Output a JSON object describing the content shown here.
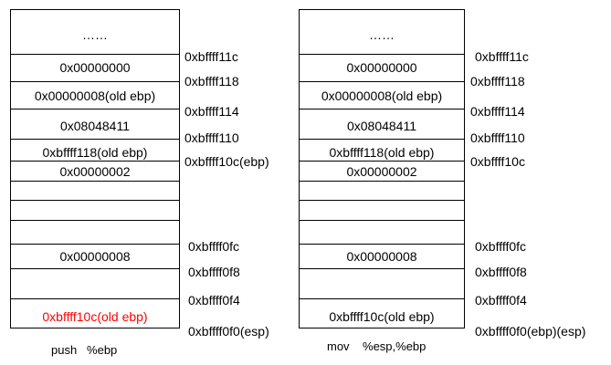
{
  "left": {
    "cells": [
      "……",
      "0x00000000",
      "0x00000008(old ebp)",
      "0x08048411",
      "0xbffff118(old ebp)",
      "0x00000002",
      "",
      "",
      "",
      "0x00000008",
      "",
      "0xbffff10c(old ebp)"
    ],
    "addresses": [
      "0xbffff11c",
      "0xbffff118",
      "0xbffff114",
      "0xbffff110",
      "0xbffff10c(ebp)",
      "0xbffff0fc",
      "0xbffff0f8",
      "0xbffff0f4",
      "0xbffff0f0(esp)"
    ],
    "caption": "push   %ebp",
    "highlight_color": "#ff0000"
  },
  "right": {
    "cells": [
      "……",
      "0x00000000",
      "0x00000008(old ebp)",
      "0x08048411",
      "0xbffff118(old ebp)",
      "0x00000002",
      "",
      "",
      "",
      "0x00000008",
      "",
      "0xbffff10c(old ebp)"
    ],
    "addresses": [
      "0xbffff11c",
      "0xbffff118",
      "0xbffff114",
      "0xbffff110",
      "0xbffff10c",
      "0xbffff0fc",
      "0xbffff0f8",
      "0xbffff0f4",
      "0xbffff0f0(ebp)(esp)"
    ],
    "caption": "mov    %esp,%ebp"
  }
}
